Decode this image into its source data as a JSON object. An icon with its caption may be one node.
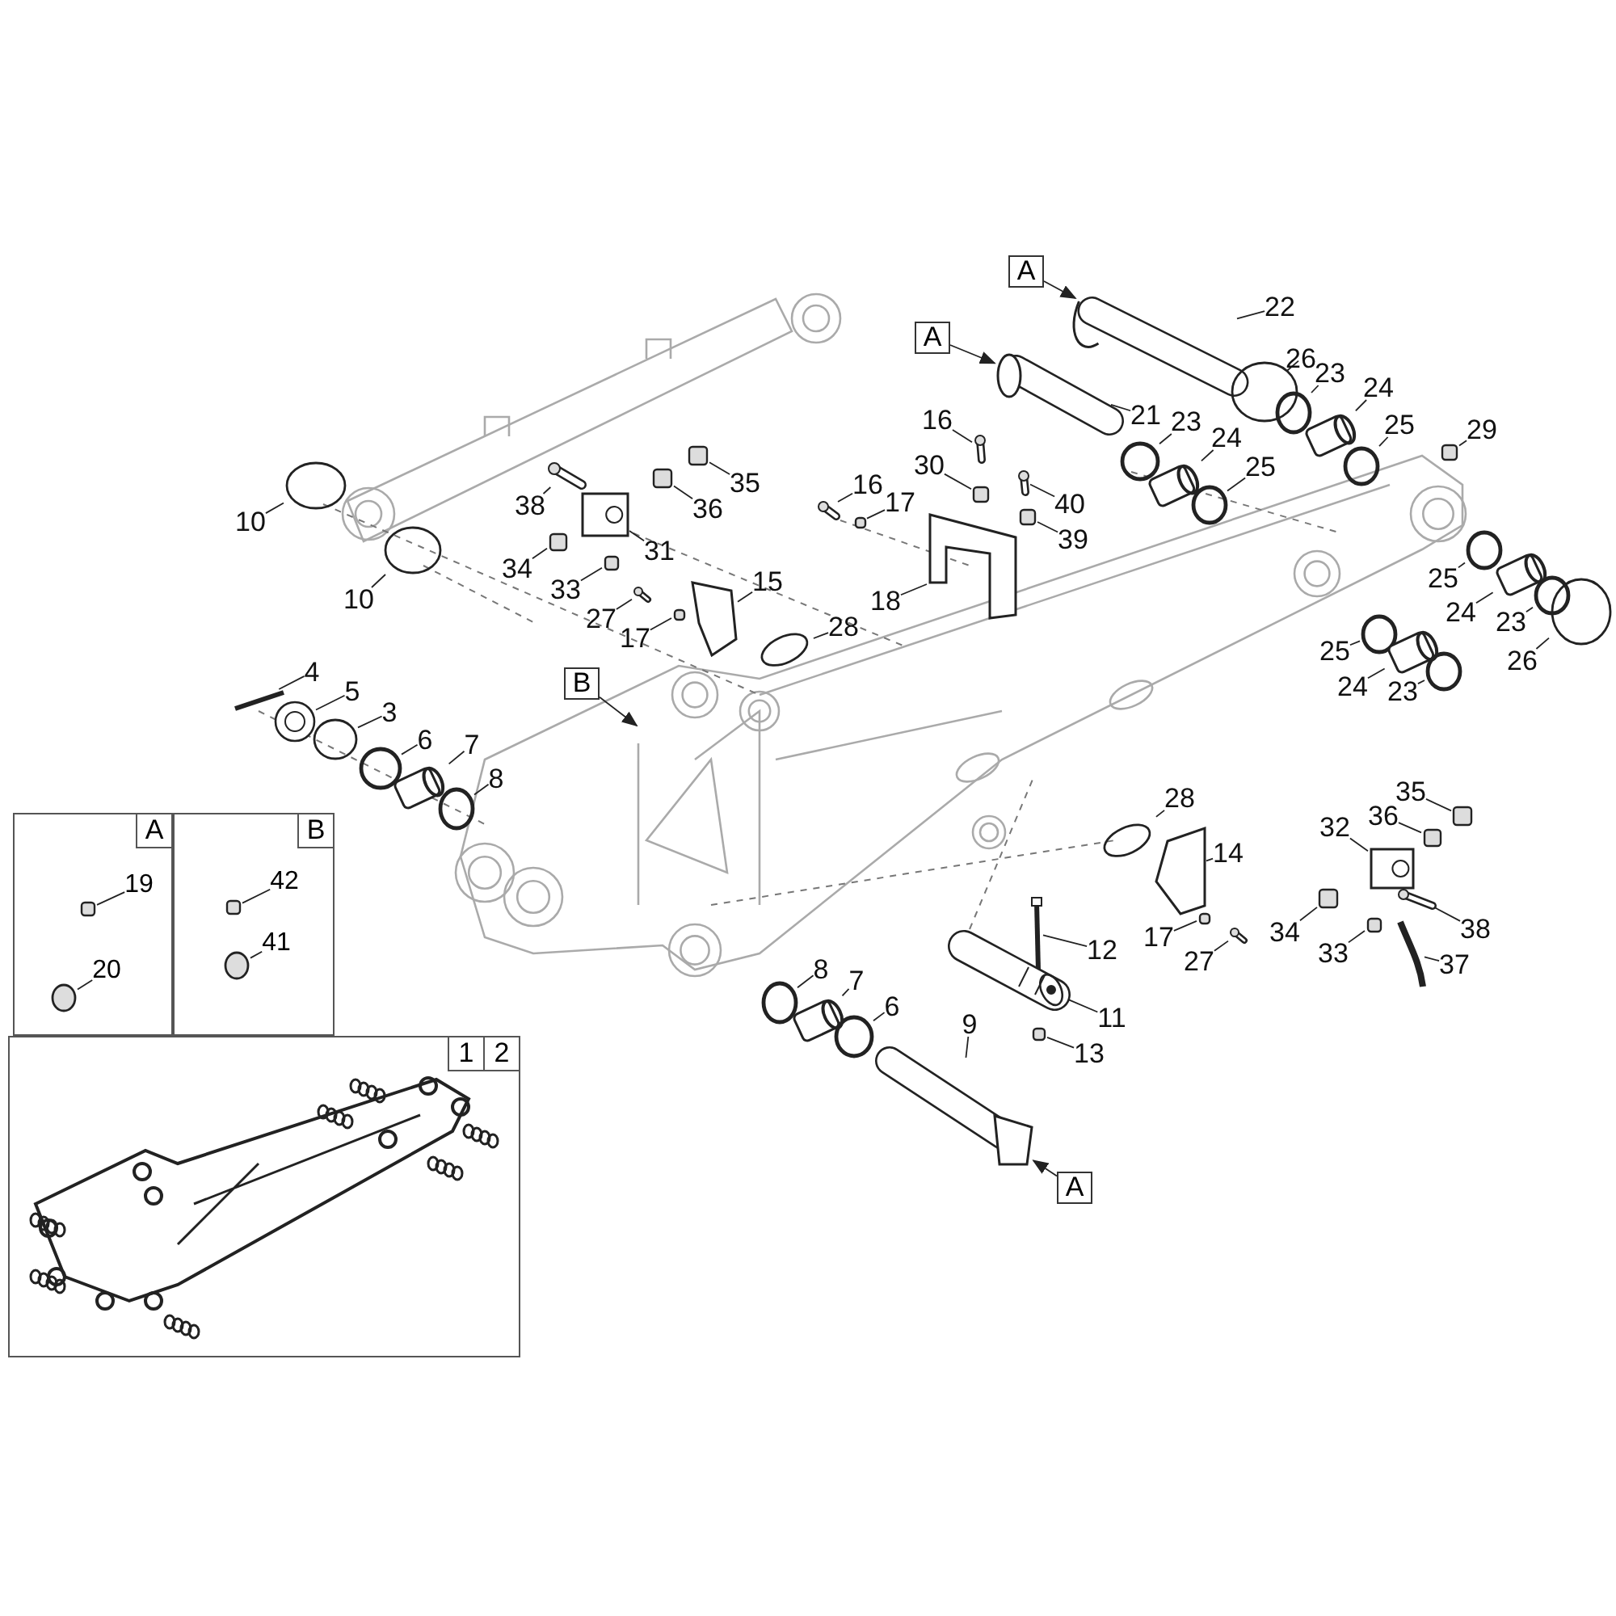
{
  "diagram": {
    "nodes": [
      {
        "text": [
          "10"
        ]
      },
      {
        "text": [
          "10"
        ]
      },
      {
        "text": [
          "38"
        ]
      },
      {
        "text": [
          "35"
        ]
      },
      {
        "text": [
          "36"
        ]
      },
      {
        "text": [
          "31"
        ]
      },
      {
        "text": [
          "34"
        ]
      },
      {
        "text": [
          "33"
        ]
      },
      {
        "text": [
          "27"
        ]
      },
      {
        "text": [
          "17"
        ]
      },
      {
        "text": [
          "15"
        ]
      },
      {
        "text": [
          "28"
        ]
      },
      {
        "text": [
          "4"
        ]
      },
      {
        "text": [
          "5"
        ]
      },
      {
        "text": [
          "3"
        ]
      },
      {
        "text": [
          "6"
        ]
      },
      {
        "text": [
          "7"
        ]
      },
      {
        "text": [
          "8"
        ]
      },
      {
        "text": [
          "B"
        ]
      },
      {
        "text": [
          "A"
        ]
      },
      {
        "text": [
          "22"
        ]
      },
      {
        "text": [
          "A"
        ]
      },
      {
        "text": [
          "21"
        ]
      },
      {
        "text": [
          "26"
        ]
      },
      {
        "text": [
          "23"
        ]
      },
      {
        "text": [
          "24"
        ]
      },
      {
        "text": [
          "25"
        ]
      },
      {
        "text": [
          "29"
        ]
      },
      {
        "text": [
          "16"
        ]
      },
      {
        "text": [
          "30"
        ]
      },
      {
        "text": [
          "16"
        ]
      },
      {
        "text": [
          "17"
        ]
      },
      {
        "text": [
          "40"
        ]
      },
      {
        "text": [
          "39"
        ]
      },
      {
        "text": [
          "18"
        ]
      },
      {
        "text": [
          "23"
        ]
      },
      {
        "text": [
          "24"
        ]
      },
      {
        "text": [
          "25"
        ]
      },
      {
        "text": [
          "25"
        ]
      },
      {
        "text": [
          "24"
        ]
      },
      {
        "text": [
          "23"
        ]
      },
      {
        "text": [
          "26"
        ]
      },
      {
        "text": [
          "25"
        ]
      },
      {
        "text": [
          "24"
        ]
      },
      {
        "text": [
          "23"
        ]
      },
      {
        "text": [
          "28"
        ]
      },
      {
        "text": [
          "14"
        ]
      },
      {
        "text": [
          "32"
        ]
      },
      {
        "text": [
          "36"
        ]
      },
      {
        "text": [
          "35"
        ]
      },
      {
        "text": [
          "34"
        ]
      },
      {
        "text": [
          "33"
        ]
      },
      {
        "text": [
          "38"
        ]
      },
      {
        "text": [
          "37"
        ]
      },
      {
        "text": [
          "17"
        ]
      },
      {
        "text": [
          "27"
        ]
      },
      {
        "text": [
          "12"
        ]
      },
      {
        "text": [
          "11"
        ]
      },
      {
        "text": [
          "13"
        ]
      },
      {
        "text": [
          "8"
        ]
      },
      {
        "text": [
          "7"
        ]
      },
      {
        "text": [
          "6"
        ]
      },
      {
        "text": [
          "9"
        ]
      },
      {
        "text": [
          "A"
        ]
      },
      {
        "text": [
          "A"
        ]
      },
      {
        "text": [
          "19"
        ],
        "in": 64
      },
      {
        "text": [
          "20"
        ],
        "in": 64
      },
      {
        "text": [
          "B"
        ]
      },
      {
        "text": [
          "42"
        ],
        "in": 67
      },
      {
        "text": [
          "41"
        ],
        "in": 67
      },
      {
        "text": [
          "1",
          "2"
        ]
      },
      {
        "text": [],
        "shape": "circle"
      },
      {
        "text": [],
        "shape": "circle"
      },
      {
        "text": [],
        "shape": "picture"
      },
      {
        "text": [],
        "shape": "box"
      },
      {
        "text": [],
        "shape": "box"
      },
      {
        "text": [],
        "shape": "picture"
      },
      {
        "text": [],
        "shape": "box"
      },
      {
        "text": [],
        "shape": "box"
      },
      {
        "text": [],
        "shape": "picture"
      },
      {
        "text": [],
        "shape": "box"
      },
      {
        "text": [],
        "shape": "picture"
      },
      {
        "text": [],
        "shape": "circle"
      },
      {
        "text": [],
        "shape": "picture"
      },
      {
        "text": [],
        "shape": "picture"
      },
      {
        "text": [],
        "shape": "circle"
      },
      {
        "text": [],
        "shape": "circle"
      },
      {
        "text": [],
        "shape": "picture"
      },
      {
        "text": [],
        "shape": "circle"
      },
      {
        "text": [],
        "shape": "picture"
      },
      {
        "text": [],
        "shape": "picture"
      },
      {
        "text": [],
        "shape": "circle"
      },
      {
        "text": [],
        "shape": "circle"
      },
      {
        "text": [],
        "shape": "picture"
      },
      {
        "text": [],
        "shape": "circle"
      },
      {
        "text": [],
        "shape": "box"
      },
      {
        "text": [],
        "shape": "picture"
      },
      {
        "text": [],
        "shape": "box"
      },
      {
        "text": [],
        "shape": "picture"
      },
      {
        "text": [],
        "shape": "box"
      },
      {
        "text": [],
        "shape": "picture"
      },
      {
        "text": [],
        "shape": "box"
      },
      {
        "text": [],
        "shape": "picture"
      },
      {
        "text": [],
        "shape": "circle"
      },
      {
        "text": [],
        "shape": "picture"
      },
      {
        "text": [],
        "shape": "circle"
      },
      {
        "text": [],
        "shape": "circle"
      },
      {
        "text": [],
        "shape": "picture"
      },
      {
        "text": [],
        "shape": "circle"
      },
      {
        "text": [],
        "shape": "circle"
      },
      {
        "text": [],
        "shape": "circle"
      },
      {
        "text": [],
        "shape": "picture"
      },
      {
        "text": [],
        "shape": "circle"
      },
      {
        "text": [],
        "shape": "circle"
      },
      {
        "text": [],
        "shape": "picture"
      },
      {
        "text": [],
        "shape": "picture"
      },
      {
        "text": [],
        "shape": "box"
      },
      {
        "text": [],
        "shape": "box"
      },
      {
        "text": [],
        "shape": "box"
      },
      {
        "text": [],
        "shape": "box"
      },
      {
        "text": [],
        "shape": "picture"
      },
      {
        "text": [],
        "shape": "picture"
      },
      {
        "text": [],
        "shape": "box"
      },
      {
        "text": [],
        "shape": "picture"
      },
      {
        "text": [],
        "shape": "picture"
      },
      {
        "text": [],
        "shape": "picture"
      },
      {
        "text": [],
        "shape": "box"
      },
      {
        "text": [],
        "shape": "circle"
      },
      {
        "text": [],
        "shape": "picture"
      },
      {
        "text": [],
        "shape": "circle"
      },
      {
        "text": [],
        "shape": "picture"
      },
      {
        "text": [],
        "shape": "box",
        "in": 64
      },
      {
        "text": [],
        "shape": "circle",
        "in": 64
      },
      {
        "text": [],
        "shape": "box",
        "in": 67
      },
      {
        "text": [],
        "shape": "circle",
        "in": 67
      }
    ],
    "edges": [
      {
        "from": 0,
        "to": 71,
        "arrow": "none"
      },
      {
        "from": 1,
        "to": 72,
        "arrow": "none"
      },
      {
        "from": 2,
        "to": 73,
        "arrow": "none"
      },
      {
        "from": 3,
        "to": 74,
        "arrow": "none"
      },
      {
        "from": 4,
        "to": 75,
        "arrow": "none"
      },
      {
        "from": 5,
        "to": 76,
        "arrow": "none"
      },
      {
        "from": 6,
        "to": 77,
        "arrow": "none"
      },
      {
        "from": 7,
        "to": 78,
        "arrow": "none"
      },
      {
        "from": 8,
        "to": 79,
        "arrow": "none"
      },
      {
        "from": 9,
        "to": 80,
        "arrow": "none"
      },
      {
        "from": 10,
        "to": 81,
        "arrow": "none"
      },
      {
        "from": 11,
        "to": 82,
        "arrow": "none"
      },
      {
        "from": 12,
        "to": 83,
        "arrow": "none"
      },
      {
        "from": 13,
        "to": 84,
        "arrow": "none"
      },
      {
        "from": 14,
        "to": 85,
        "arrow": "none"
      },
      {
        "from": 15,
        "to": 86,
        "arrow": "none"
      },
      {
        "from": 16,
        "to": 87,
        "arrow": "none"
      },
      {
        "from": 17,
        "to": 88,
        "arrow": "none"
      },
      {
        "from": 18,
        "to": null,
        "arrow": "to"
      },
      {
        "from": 19,
        "to": 89,
        "arrow": "to"
      },
      {
        "from": 20,
        "to": 89,
        "arrow": "none"
      },
      {
        "from": 21,
        "to": 90,
        "arrow": "to"
      },
      {
        "from": 22,
        "to": 90,
        "arrow": "none"
      },
      {
        "from": 23,
        "to": 91,
        "arrow": "none"
      },
      {
        "from": 24,
        "to": 92,
        "arrow": "none"
      },
      {
        "from": 25,
        "to": 93,
        "arrow": "none"
      },
      {
        "from": 26,
        "to": 94,
        "arrow": "none"
      },
      {
        "from": 27,
        "to": 95,
        "arrow": "none"
      },
      {
        "from": 28,
        "to": 96,
        "arrow": "none"
      },
      {
        "from": 29,
        "to": 97,
        "arrow": "none"
      },
      {
        "from": 30,
        "to": 98,
        "arrow": "none"
      },
      {
        "from": 31,
        "to": 99,
        "arrow": "none"
      },
      {
        "from": 32,
        "to": 100,
        "arrow": "none"
      },
      {
        "from": 33,
        "to": 101,
        "arrow": "none"
      },
      {
        "from": 34,
        "to": 102,
        "arrow": "none"
      },
      {
        "from": 35,
        "to": 103,
        "arrow": "none"
      },
      {
        "from": 36,
        "to": 104,
        "arrow": "none"
      },
      {
        "from": 37,
        "to": 105,
        "arrow": "none"
      },
      {
        "from": 38,
        "to": 106,
        "arrow": "none"
      },
      {
        "from": 39,
        "to": 107,
        "arrow": "none"
      },
      {
        "from": 40,
        "to": 108,
        "arrow": "none"
      },
      {
        "from": 41,
        "to": 109,
        "arrow": "none"
      },
      {
        "from": 42,
        "to": 110,
        "arrow": "none"
      },
      {
        "from": 43,
        "to": 111,
        "arrow": "none"
      },
      {
        "from": 44,
        "to": 112,
        "arrow": "none"
      },
      {
        "from": 45,
        "to": 113,
        "arrow": "none"
      },
      {
        "from": 46,
        "to": 114,
        "arrow": "none"
      },
      {
        "from": 47,
        "to": 115,
        "arrow": "none"
      },
      {
        "from": 48,
        "to": 116,
        "arrow": "none"
      },
      {
        "from": 49,
        "to": 117,
        "arrow": "none"
      },
      {
        "from": 50,
        "to": 118,
        "arrow": "none"
      },
      {
        "from": 51,
        "to": 119,
        "arrow": "none"
      },
      {
        "from": 52,
        "to": 120,
        "arrow": "none"
      },
      {
        "from": 53,
        "to": 121,
        "arrow": "none"
      },
      {
        "from": 54,
        "to": 122,
        "arrow": "none"
      },
      {
        "from": 55,
        "to": 123,
        "arrow": "none"
      },
      {
        "from": 56,
        "to": 124,
        "arrow": "none"
      },
      {
        "from": 57,
        "to": 125,
        "arrow": "none"
      },
      {
        "from": 58,
        "to": 126,
        "arrow": "none"
      },
      {
        "from": 59,
        "to": 127,
        "arrow": "none"
      },
      {
        "from": 60,
        "to": 128,
        "arrow": "none"
      },
      {
        "from": 61,
        "to": 129,
        "arrow": "none"
      },
      {
        "from": 62,
        "to": 130,
        "arrow": "none"
      },
      {
        "from": 63,
        "to": 130,
        "arrow": "to"
      },
      {
        "from": 65,
        "to": 131,
        "arrow": "none"
      },
      {
        "from": 66,
        "to": 132,
        "arrow": "none"
      },
      {
        "from": 68,
        "to": 133,
        "arrow": "none"
      },
      {
        "from": 69,
        "to": 134,
        "arrow": "none"
      }
    ]
  }
}
